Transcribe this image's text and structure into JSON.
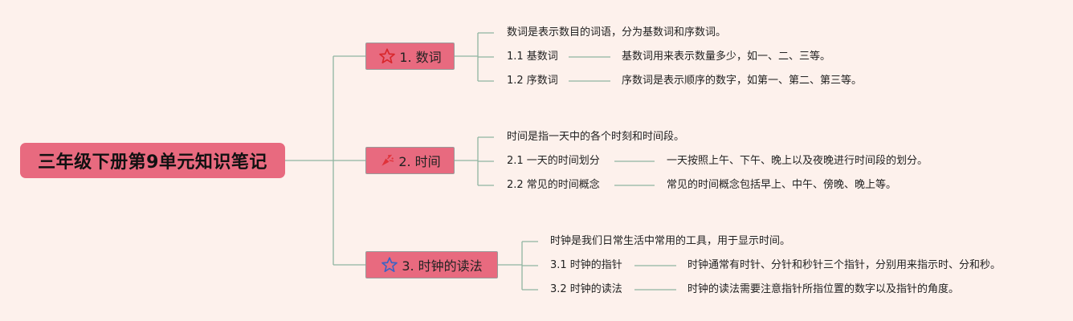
{
  "root": {
    "title": "三年级下册第9单元知识笔记"
  },
  "colors": {
    "node": "#e86a7f",
    "line": "#8fb5a1",
    "background": "#fdf1ec"
  },
  "branches": [
    {
      "label": "1. 数词",
      "icon": "star-outline-red-icon",
      "intro": "数词是表示数目的词语，分为基数词和序数词。",
      "subs": [
        {
          "label": "1.1 基数词",
          "desc": "基数词用来表示数量多少，如一、二、三等。"
        },
        {
          "label": "1.2 序数词",
          "desc": "序数词是表示顺序的数字，如第一、第二、第三等。"
        }
      ]
    },
    {
      "label": "2. 时间",
      "icon": "party-popper-icon",
      "intro": "时间是指一天中的各个时刻和时间段。",
      "subs": [
        {
          "label": "2.1 一天的时间划分",
          "desc": "一天按照上午、下午、晚上以及夜晚进行时间段的划分。"
        },
        {
          "label": "2.2 常见的时间概念",
          "desc": "常见的时间概念包括早上、中午、傍晚、晚上等。"
        }
      ]
    },
    {
      "label": "3. 时钟的读法",
      "icon": "star-outline-blue-icon",
      "intro": "时钟是我们日常生活中常用的工具，用于显示时间。",
      "subs": [
        {
          "label": "3.1 时钟的指针",
          "desc": "时钟通常有时针、分针和秒针三个指针，分别用来指示时、分和秒。"
        },
        {
          "label": "3.2 时钟的读法",
          "desc": "时钟的读法需要注意指针所指位置的数字以及指针的角度。"
        }
      ]
    }
  ]
}
